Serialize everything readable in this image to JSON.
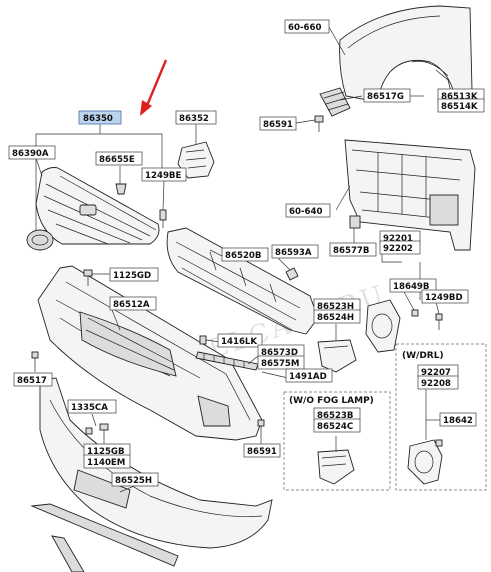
{
  "watermark": "WWW.ELCATS.RU",
  "labels": {
    "p60660": "60-660",
    "p86517G": "86517G",
    "p86513K": "86513K",
    "p86514K": "86514K",
    "p86591a": "86591",
    "p86350": "86350",
    "p86352": "86352",
    "p86390A": "86390A",
    "p86655E": "86655E",
    "p1249BE": "1249BE",
    "p60640": "60-640",
    "p86577B": "86577B",
    "p92201": "92201",
    "p92202": "92202",
    "p1125GD": "1125GD",
    "p86520B": "86520B",
    "p86593A": "86593A",
    "p18649B": "18649B",
    "p1249BD": "1249BD",
    "p86512A": "86512A",
    "p86523H": "86523H",
    "p86524H": "86524H",
    "p1416LK": "1416LK",
    "p86573D": "86573D",
    "p86575M": "86575M",
    "p86517": "86517",
    "p1491AD": "1491AD",
    "p92207": "92207",
    "p92208": "92208",
    "p1335CA": "1335CA",
    "p86523B": "86523B",
    "p86524C": "86524C",
    "p18642": "18642",
    "p1125GB": "1125GB",
    "p1140EM": "1140EM",
    "p86591b": "86591",
    "p86525H": "86525H"
  },
  "notes": {
    "fog": "(W/O FOG LAMP)",
    "drl": "(W/DRL)"
  },
  "colors": {
    "highlight": "#bcd4ee",
    "arrow": "#e02020"
  }
}
